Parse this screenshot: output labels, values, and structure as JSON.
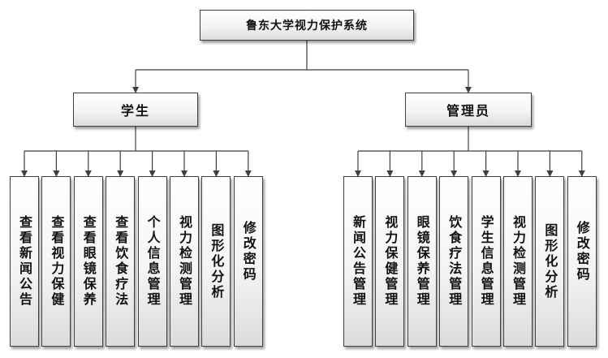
{
  "diagram": {
    "root": {
      "label": "鲁东大学视力保护系统"
    },
    "roles": [
      {
        "label": "学生",
        "functions": [
          "查看新闻公告",
          "查看视力保健",
          "查看眼镜保养",
          "查看饮食疗法",
          "个人信息管理",
          "视力检测管理",
          "图形化分析",
          "修改密码"
        ]
      },
      {
        "label": "管理员",
        "functions": [
          "新闻公告管理",
          "视力保健管理",
          "眼镜保养管理",
          "饮食疗法管理",
          "学生信息管理",
          "视力检测管理",
          "图形化分析",
          "修改密码"
        ]
      }
    ]
  }
}
